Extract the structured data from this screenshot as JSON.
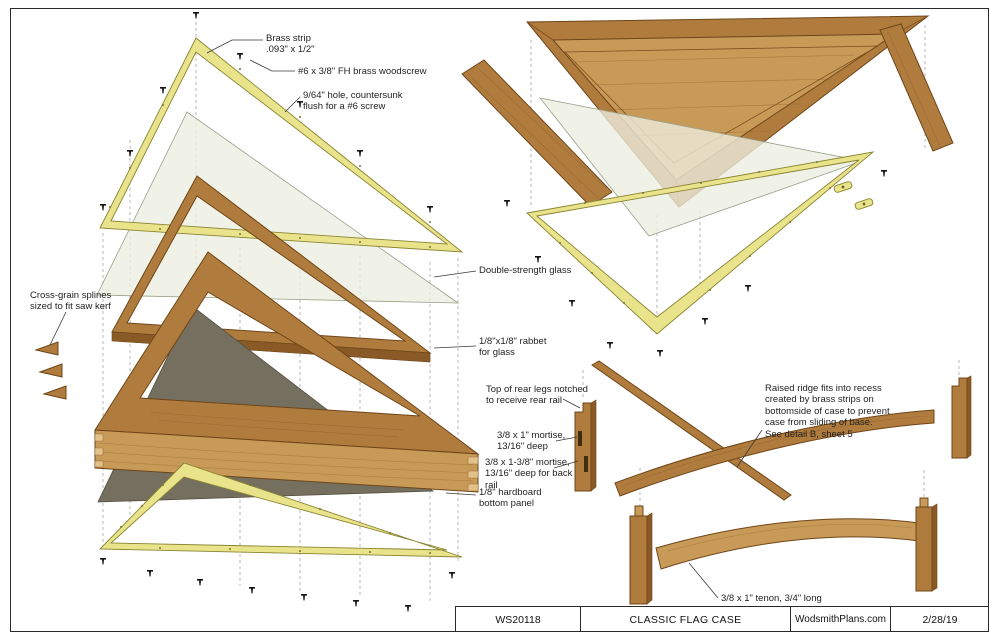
{
  "title_block": {
    "plan_number": "WS20118",
    "title": "CLASSIC FLAG CASE",
    "website": "WodsmithPlans.com",
    "date": "2/28/19"
  },
  "callouts": {
    "brass_strip": "Brass strip\n.093\" x 1/2\"",
    "brass_woodscrew": "#6 x 3/8\" FH brass woodscrew",
    "countersunk_hole": "9/64\" hole, countersunk\nflush for a #6 screw",
    "double_strength_glass": "Double-strength glass",
    "cross_grain_splines": "Cross-grain splines\nsized to fit saw kerf",
    "glass_rabbet": "1/8\"x1/8\" rabbet\nfor glass",
    "rear_legs_notched": "Top of rear legs notched\nto receive rear rail",
    "mortise_front": "3/8 x 1\" mortise,\n13/16\" deep",
    "mortise_back": "3/8 x 1-3/8\" mortise,\n13/16\" deep for back\nrail",
    "hardboard_bottom": "1/8\" hardboard\nbottom panel",
    "raised_ridge": "Raised ridge fits into recess\ncreated by brass strips on\nbottomside of case to prevent\ncase from sliding of base.\nSee detail B, sheet 5",
    "tenon": "3/8 x 1\" tenon, 3/4\" long"
  },
  "colors": {
    "wood_light": "#c89a58",
    "wood_mid": "#b07c3e",
    "wood_dark": "#8a5a26",
    "wood_edge": "#6f4518",
    "brass": "#e9e48c",
    "brass_edge": "#8a8431",
    "glass": "#edeee0",
    "glass_edge": "#9aa08a",
    "hardboard": "#756f60"
  }
}
